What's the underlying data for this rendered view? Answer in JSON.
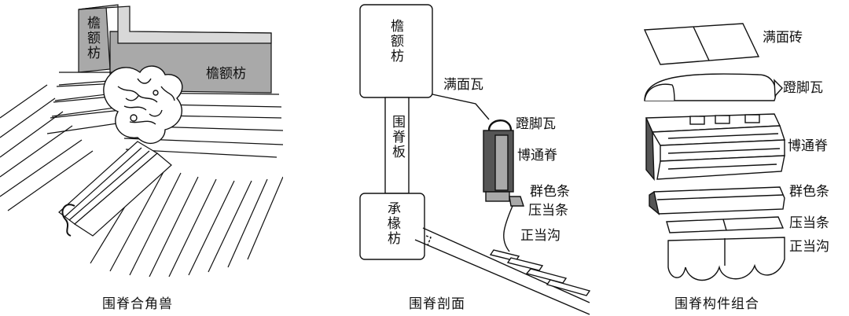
{
  "panels": {
    "corner": {
      "caption": "围脊合角兽",
      "label_beam_left": "檐额枋",
      "label_beam_right": "檐额枋"
    },
    "section": {
      "caption": "围脊剖面",
      "box_top": "檐额枋",
      "box_mid": "围脊板",
      "box_bottom": "承椽枋",
      "label_tile_top": "满面瓦",
      "label_ridge_tile": "蹬脚瓦",
      "label_main_ridge": "博通脊",
      "label_band": "群色条",
      "label_press": "压当条",
      "label_gutter": "正当沟"
    },
    "parts": {
      "caption": "围脊构件组合",
      "label_brick": "满面砖",
      "label_ridge_tile": "蹬脚瓦",
      "label_main_ridge": "博通脊",
      "label_band": "群色条",
      "label_press": "压当条",
      "label_gutter": "正当沟"
    }
  },
  "colors": {
    "ink": "#111111",
    "gray_fill": "#a9a9a9",
    "dark_fill": "#555555"
  }
}
